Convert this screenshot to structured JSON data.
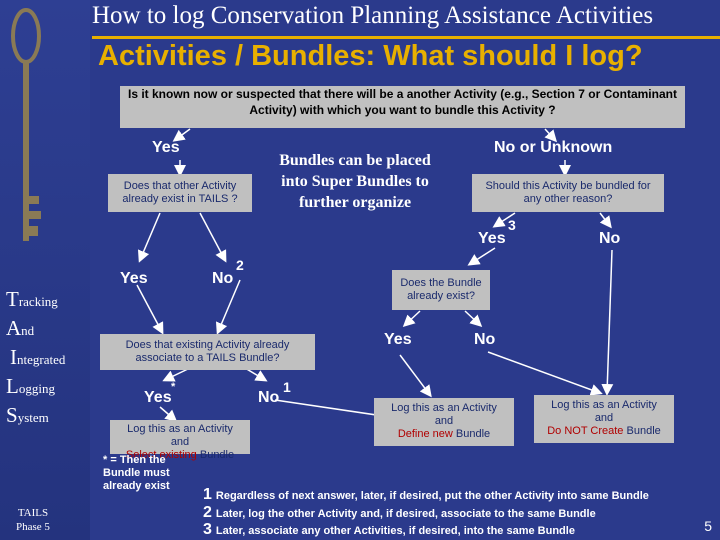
{
  "title": {
    "top": "How to log Conservation Planning Assistance Activities",
    "main": "Activities / Bundles:  What should I log?"
  },
  "question": "Is it known now or suspected that there will be a another Activity (e.g., Section 7 or Contaminant Activity) with which you want to bundle this Activity ?",
  "branches": {
    "yes_top": "Yes",
    "no_unknown": "No or Unknown",
    "other_exists": "Does that other Activity already exist in TAILS ?",
    "should_bundle": "Should this Activity be bundled for any other reason?",
    "yes_3": "Yes",
    "sup_3": "3",
    "no_right": "No",
    "yes_left": "Yes",
    "no_2": "No",
    "sup_2": "2",
    "bundle_exists": "Does the Bundle already exist?",
    "activity_assoc": "Does that existing Activity already associate to a TAILS Bundle?",
    "yes_star": "Yes",
    "star": "*",
    "no_1": "No",
    "sup_1": "1",
    "yes_bundle": "Yes",
    "no_bundle": "No"
  },
  "center_note": "Bundles can be placed into Super Bundles to further organize",
  "log_boxes": {
    "select": {
      "line1": "Log this as an Activity",
      "line2": "and",
      "action": "Select existing",
      "tail": "Bundle"
    },
    "define": {
      "line1": "Log this as an Activity",
      "line2": "and",
      "action": "Define new",
      "tail": "Bundle"
    },
    "donot": {
      "line1": "Log this as an Activity",
      "line2": "and",
      "action": "Do NOT Create",
      "tail": "Bundle"
    }
  },
  "star_note": "* = Then the Bundle must already exist",
  "footnotes": [
    {
      "num": "1",
      "text": "Regardless of next answer, later, if desired, put the other Activity into same Bundle"
    },
    {
      "num": "2",
      "text": "Later, log the other Activity and, if desired, associate to the same Bundle"
    },
    {
      "num": "3",
      "text": "Later, associate any other Activities, if desired, into the same Bundle"
    }
  ],
  "tails_acronym": [
    {
      "initial": "T",
      "rest": "racking"
    },
    {
      "initial": "A",
      "rest": "nd"
    },
    {
      "initial": "I",
      "rest": "ntegrated"
    },
    {
      "initial": "L",
      "rest": "ogging"
    },
    {
      "initial": "S",
      "rest": "ystem"
    }
  ],
  "phase": {
    "line1": "TAILS",
    "line2": "Phase 5"
  },
  "page_number": "5",
  "colors": {
    "background": "#2b3a8c",
    "accent": "#e8b000",
    "box": "#c0c0c0",
    "box_text": "#1a2a6c",
    "highlight": "#b00000"
  }
}
